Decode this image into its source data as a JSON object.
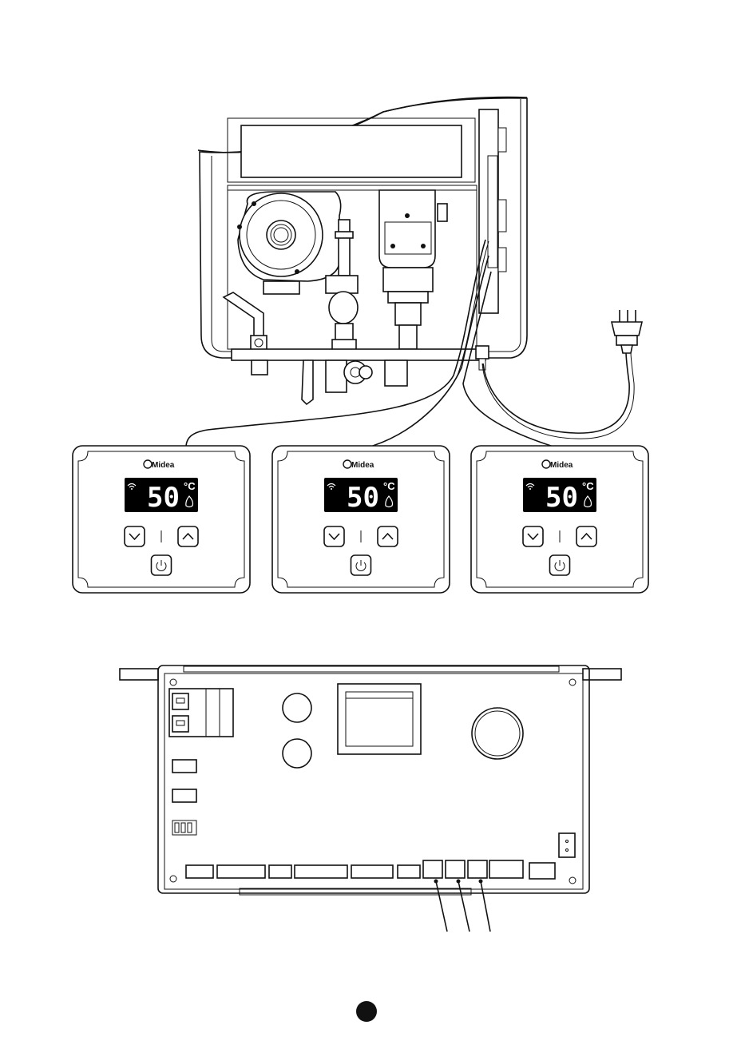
{
  "brand": "Midea",
  "panels": [
    {
      "temperature": "50",
      "unit": "°C"
    },
    {
      "temperature": "50",
      "unit": "°C"
    },
    {
      "temperature": "50",
      "unit": "°C"
    }
  ],
  "icons": {
    "wifi": "wifi-icon",
    "flame": "flame-icon",
    "down": "chevron-down-icon",
    "up": "chevron-up-icon",
    "power": "power-icon",
    "plug": "power-plug-icon"
  },
  "colors": {
    "line": "#111111",
    "display": "#000000",
    "background": "#ffffff"
  }
}
